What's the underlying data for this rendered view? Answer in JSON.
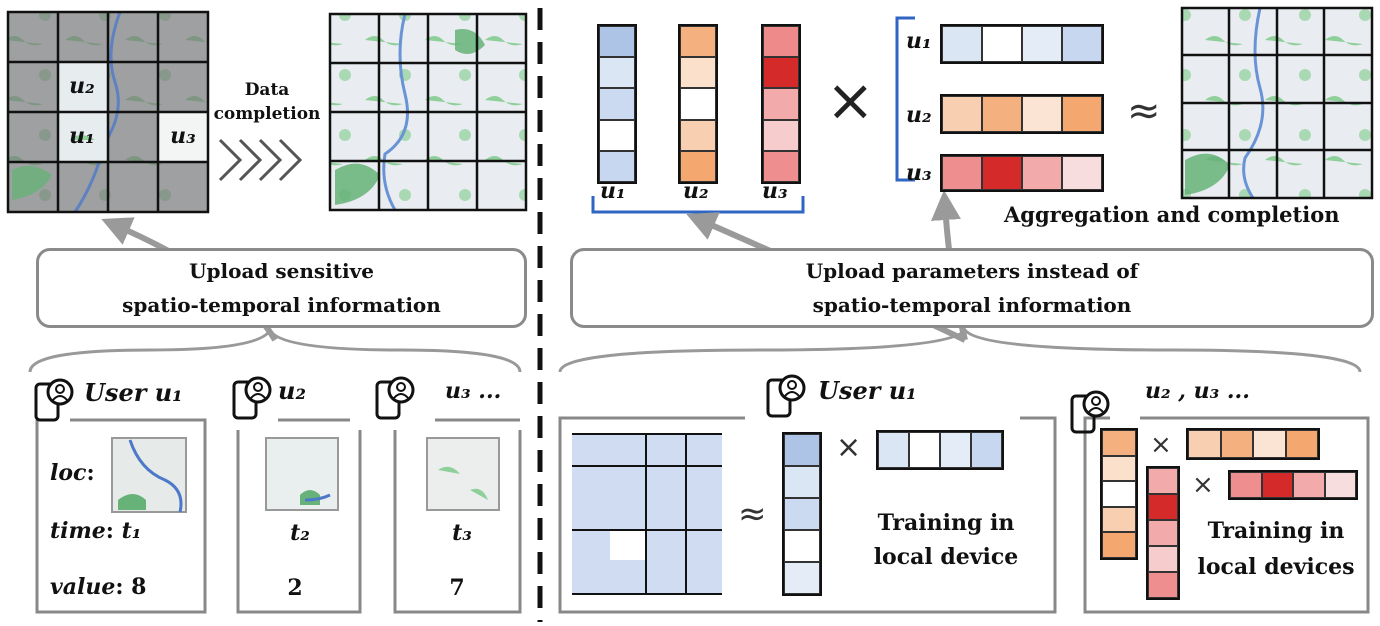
{
  "left": {
    "completion_label_line1": "Data",
    "completion_label_line2": "completion",
    "grid_users": [
      "u₂",
      "u₁",
      "u₃"
    ],
    "upload_line1": "Upload sensitive",
    "upload_line2": "spatio-temporal information",
    "user1_title": "User u₁",
    "user2_title": "u₂",
    "user3_title": "u₃ ...",
    "field_loc": "loc",
    "field_time": "time",
    "field_value": "value",
    "t1": "t₁",
    "t2": "t₂",
    "t3": "t₃",
    "v1": "8",
    "v2": "2",
    "v3": "7"
  },
  "right": {
    "col_labels": [
      "u₁",
      "u₂",
      "u₃"
    ],
    "row_labels": [
      "u₁",
      "u₂",
      "u₃"
    ],
    "times": "×",
    "approx": "≈",
    "aggregation_label": "Aggregation and completion",
    "upload_line1": "Upload parameters instead of",
    "upload_line2": "spatio-temporal information",
    "user1_title": "User u₁",
    "others_title": "u₂ ,  u₃ ...",
    "local_device_line1": "Training in",
    "local_device_line2": "local device",
    "local_devices_line1": "Training in",
    "local_devices_line2": "local devices"
  },
  "colors": {
    "blue_palette": [
      "#aec4e6",
      "#dbe6f5",
      "#cbdaf0",
      "#ffffff",
      "#c6d7ef"
    ],
    "orange_palette": [
      "#f4b07e",
      "#fbe0cc",
      "#ffffff",
      "#f8cfb0",
      "#f4a870"
    ],
    "red_palette": [
      "#ef8a8a",
      "#d42a2a",
      "#f2aaaa",
      "#f7cccc",
      "#ee8e8e"
    ],
    "arrow_gray": "#9a9a9a",
    "divider": "#111111"
  }
}
